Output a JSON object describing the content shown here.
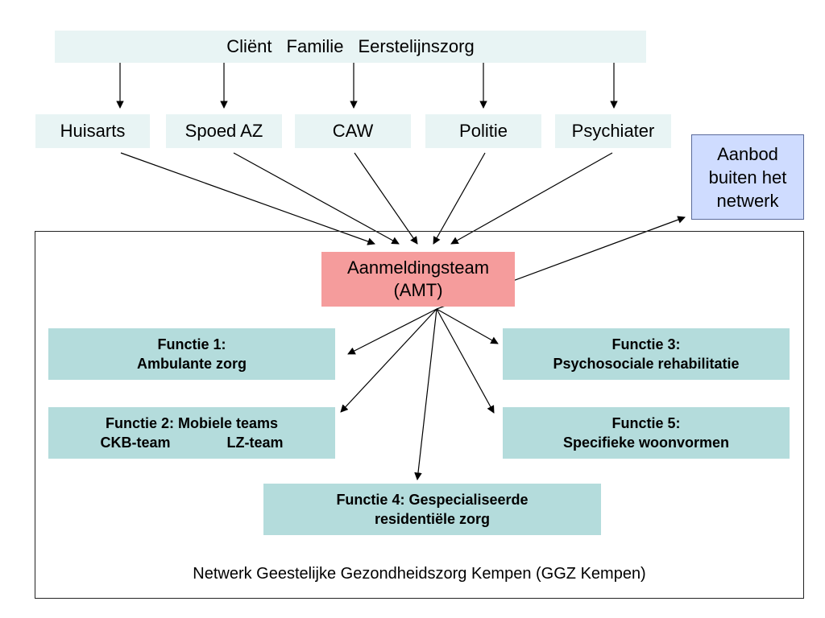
{
  "top_band": {
    "items": [
      "Cliënt",
      "Familie",
      "Eerstelijnszorg"
    ]
  },
  "sources": [
    "Huisarts",
    "Spoed AZ",
    "CAW",
    "Politie",
    "Psychiater"
  ],
  "aanbod": {
    "line1": "Aanbod",
    "line2": "buiten het",
    "line3": "netwerk"
  },
  "amt": {
    "line1": "Aanmeldingsteam",
    "line2": "(AMT)"
  },
  "functions": {
    "f1": {
      "line1": "Functie 1:",
      "line2": "Ambulante zorg"
    },
    "f2": {
      "line1": "Functie 2: Mobiele teams",
      "team_a": "CKB-team",
      "team_b": "LZ-team"
    },
    "f3": {
      "line1": "Functie 3:",
      "line2": "Psychosociale rehabilitatie"
    },
    "f4": {
      "line1": "Functie 4: Gespecialiseerde",
      "line2": "residentiële zorg"
    },
    "f5": {
      "line1": "Functie 5:",
      "line2": "Specifieke woonvormen"
    }
  },
  "network_label": "Netwerk Geestelijke Gezondheidszorg Kempen (GGZ Kempen)"
}
